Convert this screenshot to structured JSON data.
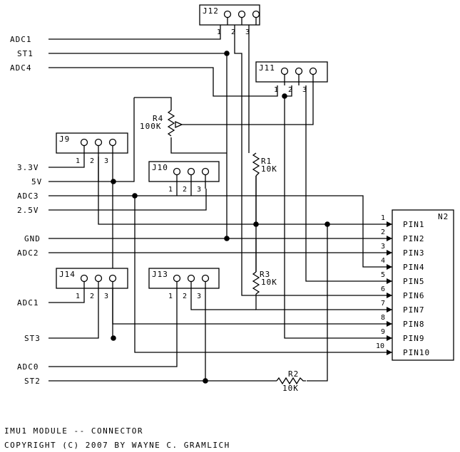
{
  "nets": {
    "adc1_top": "ADC1",
    "st1": "ST1",
    "adc4": "ADC4",
    "v33": "3.3V",
    "v5": "5V",
    "adc3": "ADC3",
    "v25": "2.5V",
    "gnd": "GND",
    "adc2": "ADC2",
    "adc1_bottom": "ADC1",
    "st3": "ST3",
    "adc0": "ADC0",
    "st2": "ST2"
  },
  "connectors": {
    "j12": "J12",
    "j11": "J11",
    "j9": "J9",
    "j10": "J10",
    "j14": "J14",
    "j13": "J13",
    "pin_numbers": [
      "1",
      "2",
      "3"
    ]
  },
  "resistors": {
    "r4": {
      "ref": "R4",
      "value": "100K"
    },
    "r1": {
      "ref": "R1",
      "value": "10K"
    },
    "r3": {
      "ref": "R3",
      "value": "10K"
    },
    "r2": {
      "ref": "R2",
      "value": "10K"
    }
  },
  "header_n2": {
    "ref": "N2",
    "pin_numbers": [
      "1",
      "2",
      "3",
      "4",
      "5",
      "6",
      "7",
      "8",
      "9",
      "10"
    ],
    "pin_names": [
      "PIN1",
      "PIN2",
      "PIN3",
      "PIN4",
      "PIN5",
      "PIN6",
      "PIN7",
      "PIN8",
      "PIN9",
      "PIN10"
    ]
  },
  "footer": {
    "title": "IMU1 MODULE -- CONNECTOR",
    "copyright": "COPYRIGHT (C) 2007 BY WAYNE C. GRAMLICH"
  }
}
